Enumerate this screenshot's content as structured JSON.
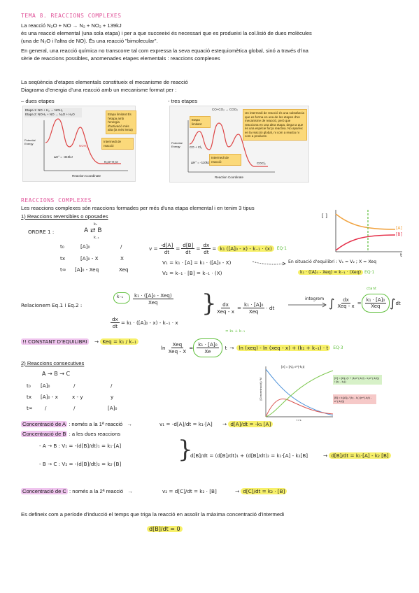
{
  "header": {
    "title": "TEMA 8. REACCIONS COMPLEXES",
    "reaction": "La reacció N₂O + NO → N₂ + NO₂ + 139kJ",
    "p1": "és una reacció elemental (una sola etapa) i per a que succeeixi és necessari que es produeixi la col.lisió de dues molècules",
    "p2": "(una de N₂O i l'altra de NO). És una reacció \"bimolecular\".",
    "p3": "En general, una reacció química no transcorre tal com expressa la seva equació estequiomètica global, sinó a través d'ina",
    "p4": "sèrie de reaccions possibles, anomenades etapes elementals : reaccions complexes"
  },
  "mechanism": {
    "line1": "La seqüència d'etapes elementals constitueix el mecanisme de reacció",
    "line2": "Diagrama d'energia d'una reacció amb un mecanisme format per :",
    "two_steps": "–  dues etapes",
    "three_steps": "- tres etapes"
  },
  "fig1": {
    "step1": "Etapa 1: NO + H₂ → NOH₂",
    "step2": "Etapa 2: NOH₂ + NO → N₂O + H₂O",
    "box_limit": "Etapa limitant És l'etapa amb l'energia d'activació més alta (la més lenta)",
    "box_inter": "Intermedi de reacció",
    "ylabel": "Potential Energy",
    "xlabel": "Reaction Coordinate",
    "dh": "ΔH° = -340kJ",
    "prod": "N₂O+H₂O",
    "noh2": "NOH₂"
  },
  "fig2": {
    "top": "CO+CO₂ → COO₂",
    "box_limit": "Etapa limitant",
    "box_inter_title": "Un intermedi de reacció és una substància que es forma en una de les etapes d'un mecanisme de reacció, però que reacciona en una altra etapa, degut a que és una espècie força reactiva. No apareix en la reacció global, ni com a reactiu ni com a producte.",
    "box_inter": "Intermedi de reacció",
    "ylabel": "Potential Energy",
    "xlabel": "Reaction Coordinate",
    "dh": "ΔH° = -110kJ",
    "cox": "CO + Cl₂",
    "cocl2": "COCl₂"
  },
  "section2": {
    "title": "REACCIONS COMPLEXES",
    "intro": "Les reaccions complexes són reaccions formades per més d'una etapa elemental i en tenim 3 tipus",
    "item1": "1) Reaccions reversibles o oposades",
    "ordre": "ORDRE 1 :",
    "eq_ab": "A ⇄ B",
    "k1": "k₁",
    "km1": "k₋₁",
    "row_t0": [
      "t₀",
      "[A]₀",
      "/"
    ],
    "row_tx": [
      "tx",
      "[A]₀ - X",
      "X"
    ],
    "row_too": [
      "t∞",
      "[A]₀ - Xeq",
      "Xeq"
    ],
    "rate_v": "v =",
    "eq1_tag": "EQ·1",
    "v1": "V₁ = k₁ · [A] = k₁ · ([A]₀ - X)",
    "v2": "V₂ = k₋₁ · [B] = k₋₁ · (X)",
    "equilibri": "En situació d'equilibri : V₁ = V₂ ; X = Xeq",
    "eq_eq": "k₁ · ([A]₀ - Xeq) = k₋₁ · (Xeq)",
    "eq_eq_tag": "EQ·1",
    "graph_bracket": "[ ]",
    "graph_a": "[A]",
    "graph_b": "[B]",
    "graph_t": "t",
    "rel": "Relacionem Eq.1 i Eq.2 :",
    "integrem": "integrem",
    "ctant": "ctant",
    "plus": "= k₁ + k₋₁",
    "constant": "!! CONSTANT D'EQUILIBRI",
    "keq": "Keq = k₁ / k₋₁",
    "ln_eq": "ln (xeq) - ln (xeq - x) + (k₁ + k₋₁) · t",
    "eq3_tag": "EQ·3",
    "item2": "2) Reaccions consecutives",
    "eq_abc": "A → B → C",
    "rowc_t0": [
      "t₀",
      "[A]₀",
      "/",
      "/"
    ],
    "rowc_tx": [
      "tx",
      "[A]₀ - x",
      "x - y",
      "y"
    ],
    "rowc_too": [
      "t∞",
      "/",
      "/",
      "[A]₀"
    ],
    "conc_a_label": "Concentració de A",
    "conc_a_text": ": només a la 1ª reacció",
    "conc_a_eq": "v₁ = -d[A]/dt = k₁·[A]",
    "conc_a_res": "d[A]/dt = -k₁ [A]",
    "conc_b_label": "Concentració de B",
    "conc_b_text": ": a les dues reaccions",
    "b_row1": "- A → B :  V₁ = -(d[B]/dt)₁ = k₁·[A]",
    "b_row2": "- B → C :  V₂ = -(d[B]/dt)₂ = k₂·[B]",
    "b_sum": "d[B]/dt = (d[B]/dt)₁ + (d[B]/dt)₂ = k₁·[A] - k₂[B]",
    "b_res": "d[B]/dt = k₁·[A] - k₂ [B]",
    "conc_c_label": "Concentració de C",
    "conc_c_text": ": només a la 2ª reacció",
    "conc_c_eq": "v₂ = d[C]/dt = k₂ · [B]",
    "conc_c_res": "d[C]/dt = k₂ · [B]",
    "induction": "Es defineix com a període d'inducció el temps que triga la reacció en assolir la màxima concentració d'intermedi",
    "induction_term": "període d'inducció",
    "final_eq": "d[B]/dt = 0",
    "graph2_a": "[A] = [A]₀ e^(-k₁t)",
    "graph2_c": "[C] = [A]₀ (1 + (k₁e^(-k₂t) - k₂e^(-k₁t)) / (k₂ - k₁))",
    "graph2_b": "[B] = k₁[A]₀ / (k₂ - k₁) (e^(-k₁t) - e^(-k₂t))",
    "graph2_y": "[Concentració] / M",
    "graph2_x": "t / s"
  },
  "colors": {
    "pink": "#e0559a",
    "yellow": "#f7f06a",
    "violet": "#efc4ee",
    "green": "#5fbf3b",
    "orange": "#f1a340",
    "red": "#e5304a"
  }
}
